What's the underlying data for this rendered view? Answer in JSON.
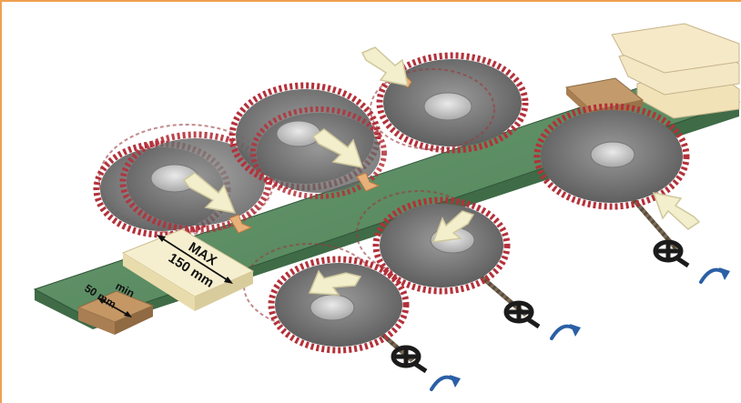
{
  "labels": {
    "max_title": "MAX",
    "max_value": "150 mm",
    "min_title": "min",
    "min_value": "50 mm"
  },
  "colors": {
    "belt": "#5a8c62",
    "blade": "#6f6f6f",
    "blade_teeth": "#b3313a",
    "arrow_fill": "#f3eecb",
    "rotation_arrow": "#2b5fa6",
    "handwheel": "#1b1b1b",
    "frame_border": "#f0a050"
  },
  "icons": [
    "handwheel-icon",
    "rotation-arrow-icon",
    "feed-arrow-icon"
  ]
}
